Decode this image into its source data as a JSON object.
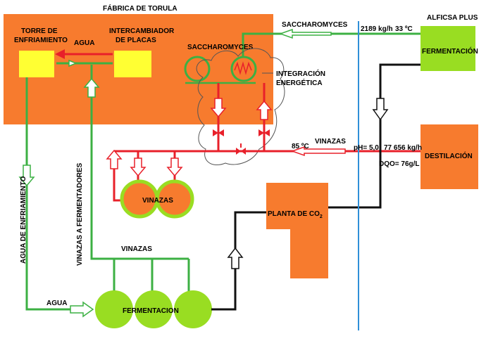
{
  "labels": {
    "factory": "FÁBRICA DE TORULA",
    "alficsa": "ALFICSA PLUS",
    "cooling_tower": [
      "TORRE DE",
      "ENFRIAMIENTO"
    ],
    "plate_exchanger": [
      "INTERCAMBIADOR",
      "DE PLACAS"
    ],
    "water_top": "AGUA",
    "saccharomyces_top": "SACCHAROMYCES",
    "saccharomyces_inner": "SACCHAROMYCES",
    "flow_rate": "2189 kg/h",
    "temp_top": "33 ºC",
    "fermentation_box": "FERMENTACIÓN",
    "integration": [
      "INTEGRACIÓN",
      "ENERGÉTICA"
    ],
    "vinazas_line": "VINAZAS",
    "temp_85": "85 ºC",
    "ph": "pH= 5,0",
    "vinazas_flow": "77 656 kg/h",
    "dqo": "DQO= 76g/L",
    "distillation": "DESTILACIÓN",
    "vinazas_tanks": "VINAZAS",
    "co2_plant": "PLANTA DE CO",
    "co2_sub": "2",
    "vinazas_header": "VINAZAS",
    "fermentation_tanks": "FERMENTACION",
    "water_bottom": "AGUA",
    "cooling_water_vertical": "AGUA DE ENFRIAMIENTO",
    "vinazas_to_fermenters": "VINAZAS A FERMENTADORES"
  },
  "colors": {
    "orange": "#f77b2e",
    "yellow": "#ffff33",
    "green": "#99dd22",
    "green_line": "#3cb043",
    "red_line": "#e8202a",
    "blue_line": "#2f8fd8",
    "black_line": "#111111"
  }
}
